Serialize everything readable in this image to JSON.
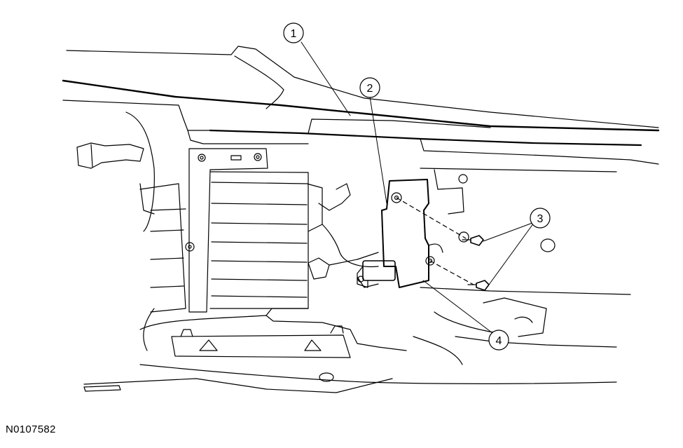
{
  "figure": {
    "code": "N0107582"
  },
  "callouts": [
    {
      "label": "1"
    },
    {
      "label": "2"
    },
    {
      "label": "3"
    },
    {
      "label": "4"
    }
  ]
}
